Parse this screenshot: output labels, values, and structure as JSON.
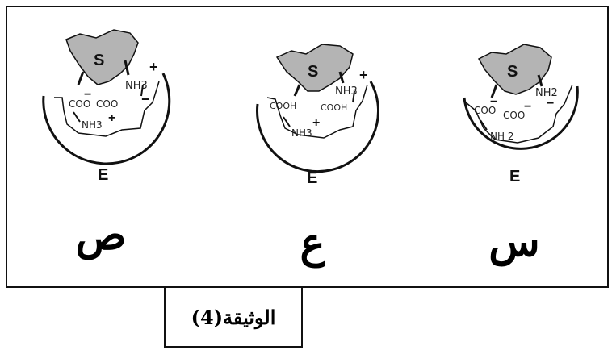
{
  "figure": {
    "caption": "الوثيقة(4)",
    "panels": [
      {
        "letter": "ص",
        "substrate": "S",
        "enzyme": "E",
        "groups": {
          "top_right": "NH3",
          "left": "COO",
          "middle": "COO",
          "bottom": "NH3"
        },
        "charges": {
          "top_right": "+",
          "left": "−",
          "middle": "−",
          "bottom": "+"
        }
      },
      {
        "letter": "ع",
        "substrate": "S",
        "enzyme": "E",
        "groups": {
          "top_right": "NH3",
          "left": "COOH",
          "middle": "COOH",
          "bottom": "NH3"
        },
        "charges": {
          "top_right": "+",
          "bottom": "+"
        }
      },
      {
        "letter": "س",
        "substrate": "S",
        "enzyme": "E",
        "groups": {
          "top_right": "NH2",
          "left": "COO",
          "middle": "COO",
          "bottom": "NH 2"
        },
        "charges": {
          "left": "−",
          "middle": "−",
          "right": "−"
        }
      }
    ]
  },
  "colors": {
    "substrate_fill": "#b4b4b4",
    "line": "#111111"
  }
}
